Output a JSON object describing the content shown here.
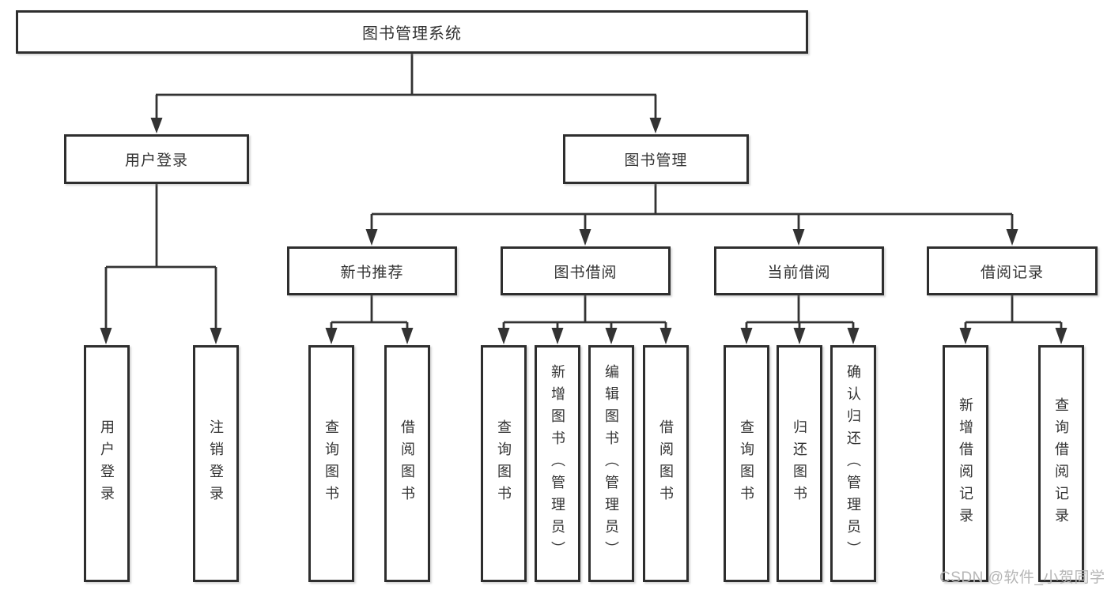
{
  "diagram": {
    "root": {
      "label": "图书管理系统",
      "children": [
        {
          "label": "用户登录",
          "children": [
            {
              "label": "用户登录"
            },
            {
              "label": "注销登录"
            }
          ]
        },
        {
          "label": "图书管理",
          "children": [
            {
              "label": "新书推荐",
              "children": [
                {
                  "label": "查询图书"
                },
                {
                  "label": "借阅图书"
                }
              ]
            },
            {
              "label": "图书借阅",
              "children": [
                {
                  "label": "查询图书"
                },
                {
                  "label": "新增图书（管理员）"
                },
                {
                  "label": "编辑图书（管理员）"
                },
                {
                  "label": "借阅图书"
                }
              ]
            },
            {
              "label": "当前借阅",
              "children": [
                {
                  "label": "查询图书"
                },
                {
                  "label": "归还图书"
                },
                {
                  "label": "确认归还（管理员）"
                }
              ]
            },
            {
              "label": "借阅记录",
              "children": [
                {
                  "label": "新增借阅记录"
                },
                {
                  "label": "查询借阅记录"
                }
              ]
            }
          ]
        }
      ]
    },
    "watermark": "CSDN @软件_小贺同学",
    "colors": {
      "line": "#333333",
      "box_border": "#2e2e2e",
      "text": "#333333",
      "watermark": "#b6b6b6",
      "background": "#ffffff"
    }
  }
}
